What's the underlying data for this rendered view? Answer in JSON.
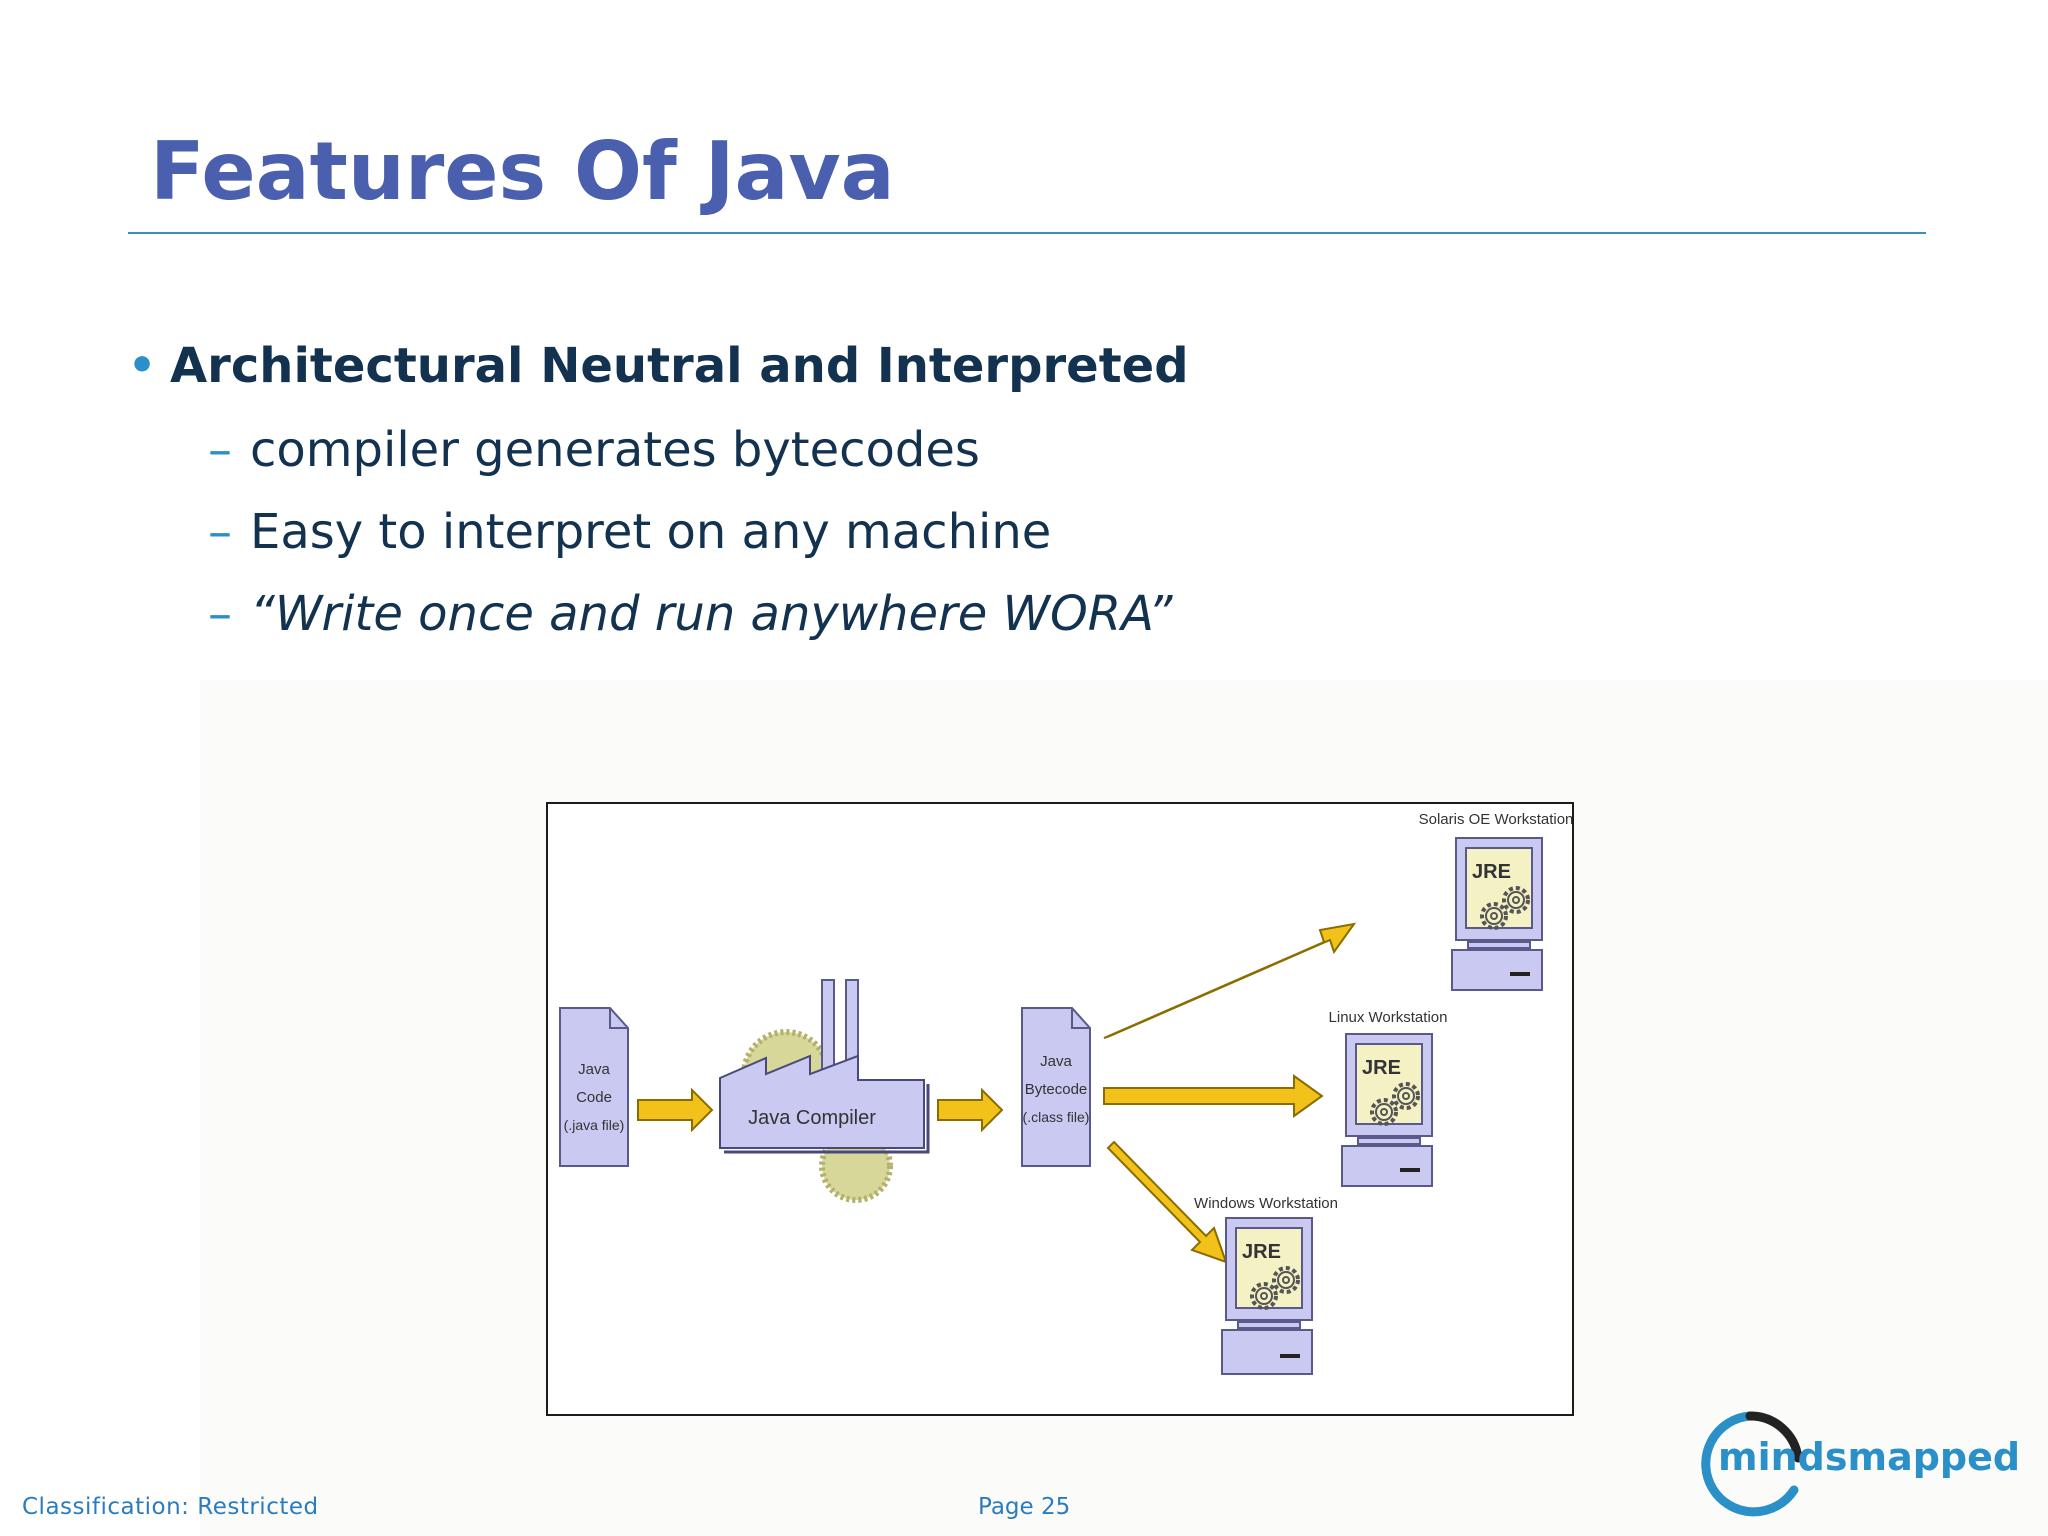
{
  "slide": {
    "title": "Features Of Java",
    "bullet": {
      "heading": "Architectural Neutral and Interpreted",
      "items": [
        "compiler generates bytecodes",
        "Easy to interpret on any machine",
        "“Write once and run anywhere WORA”"
      ]
    }
  },
  "diagram": {
    "java_code": [
      "Java",
      "Code",
      "(.java file)"
    ],
    "compiler_label": "Java Compiler",
    "bytecode": [
      "Java",
      "Bytecode",
      "(.class file)"
    ],
    "workstations": {
      "solaris": "Solaris OE Workstation",
      "linux": "Linux Workstation",
      "windows": "Windows Workstation"
    },
    "jre_label": "JRE"
  },
  "footer": {
    "classification": "Classification: Restricted",
    "page": "Page 25",
    "logo_text": "mindsmapped"
  },
  "colors": {
    "title": "#4a5fae",
    "body_text": "#12324f",
    "accent": "#2b8fc8",
    "arrow": "#f2c21a",
    "box_fill": "#c9c9f2",
    "jre_fill": "#f4f1c4"
  }
}
